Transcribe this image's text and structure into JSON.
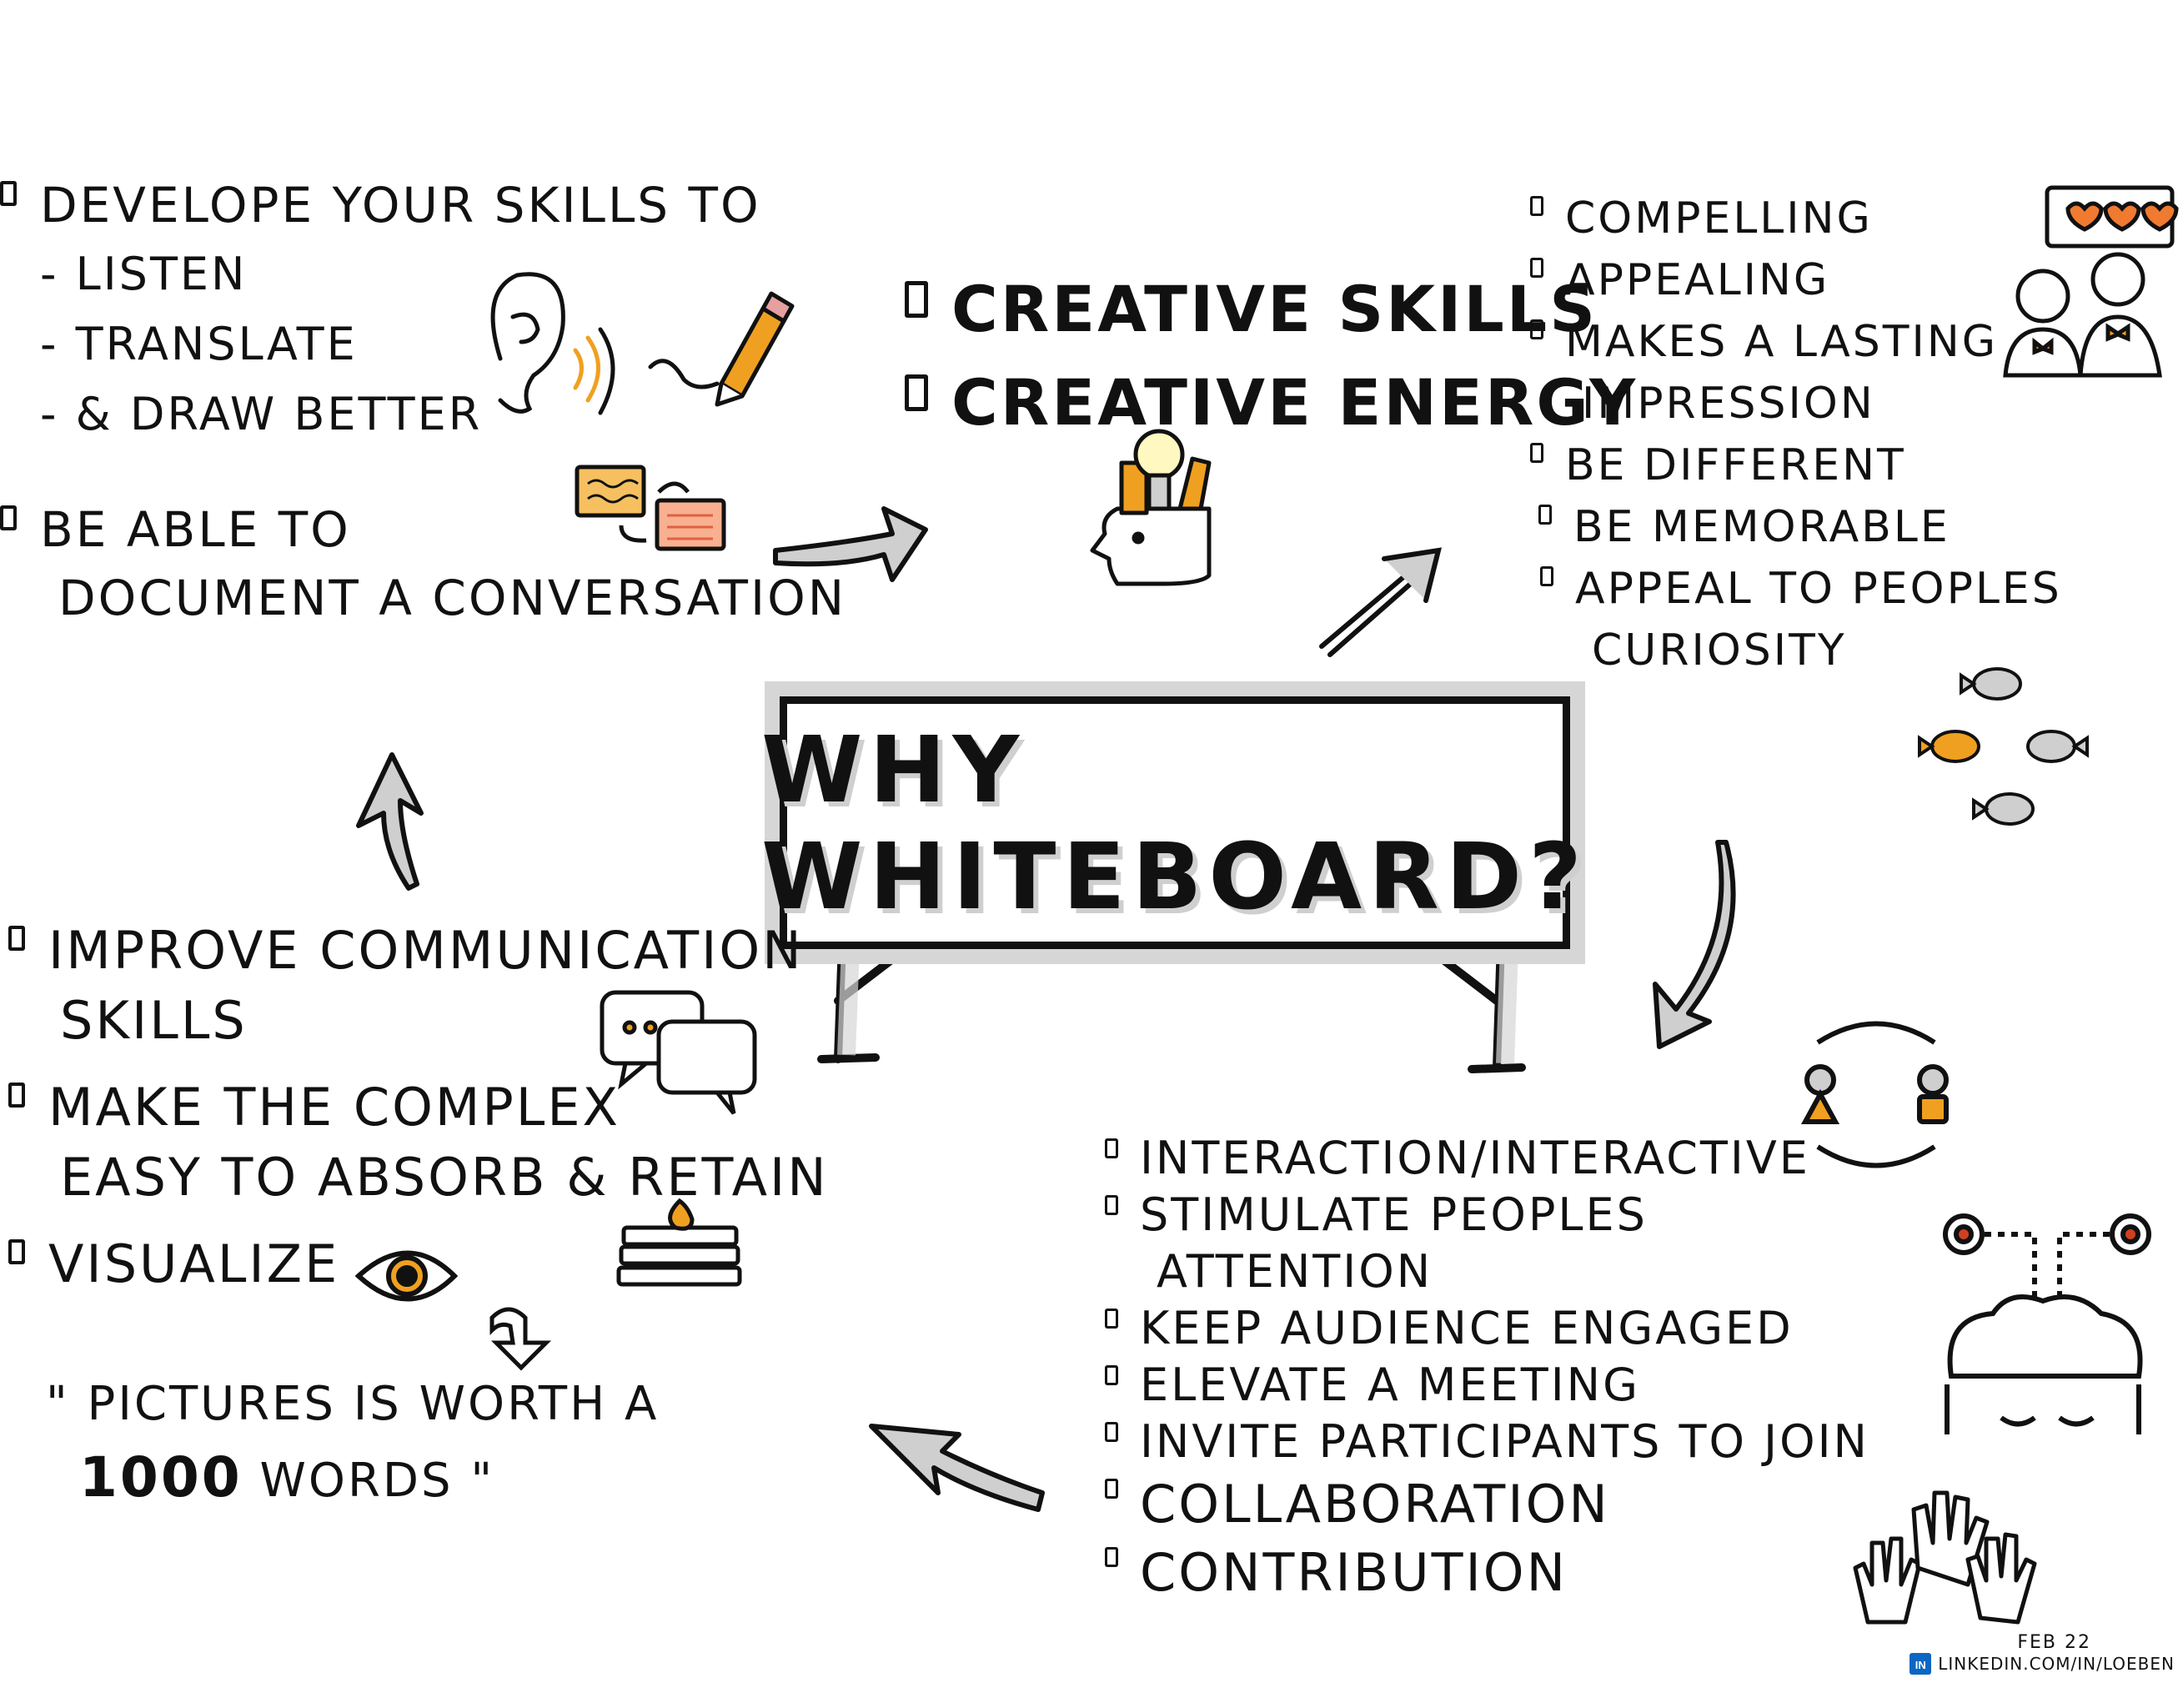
{
  "title": "WHY WHITEBOARD?",
  "colors": {
    "ink": "#111111",
    "accent": "#f0a020",
    "shade": "#cfcfcf"
  },
  "top_left": {
    "items": [
      {
        "text": "DEVELOPE YOUR SKILLS TO",
        "box": true
      },
      {
        "text": "- LISTEN",
        "box": false
      },
      {
        "text": "- TRANSLATE",
        "box": false
      },
      {
        "text": "- & DRAW BETTER",
        "box": false
      },
      {
        "text": "BE ABLE TO",
        "box": true
      },
      {
        "text": "DOCUMENT A CONVERSATION",
        "box": false
      }
    ]
  },
  "top_center": {
    "items": [
      {
        "text": "CREATIVE SKILLS"
      },
      {
        "text": "CREATIVE ENERGY"
      }
    ]
  },
  "top_right": {
    "items": [
      {
        "text": "COMPELLING",
        "box": true
      },
      {
        "text": "APPEALING",
        "box": true
      },
      {
        "text": "MAKES A LASTING",
        "box": true
      },
      {
        "text": "IMPRESSION",
        "box": false
      },
      {
        "text": "BE DIFFERENT",
        "box": true
      },
      {
        "text": "BE MEMORABLE",
        "box": true
      },
      {
        "text": "APPEAL TO PEOPLES",
        "box": true
      },
      {
        "text": "CURIOSITY",
        "box": false
      }
    ]
  },
  "bottom_left": {
    "items": [
      {
        "text": "IMPROVE COMMUNICATION",
        "box": true
      },
      {
        "text": "SKILLS",
        "box": false
      },
      {
        "text": "MAKE THE COMPLEX",
        "box": true
      },
      {
        "text": "EASY TO ABSORB & RETAIN",
        "box": false
      },
      {
        "text": "VISUALIZE",
        "box": true
      }
    ],
    "quote_line1": "\" PICTURES IS WORTH A",
    "quote_number": "1000",
    "quote_line2": " WORDS \""
  },
  "bottom_right": {
    "items": [
      {
        "text": "INTERACTION/INTERACTIVE",
        "box": true
      },
      {
        "text": "STIMULATE PEOPLES",
        "box": true
      },
      {
        "text": "ATTENTION",
        "box": false
      },
      {
        "text": "KEEP AUDIENCE ENGAGED",
        "box": true
      },
      {
        "text": "ELEVATE A MEETING",
        "box": true
      },
      {
        "text": "INVITE PARTICIPANTS TO JOIN",
        "box": true
      },
      {
        "text": "COLLABORATION",
        "box": true,
        "big": true
      },
      {
        "text": "CONTRIBUTION",
        "box": true,
        "big": true
      }
    ]
  },
  "footer": {
    "date": "FEB 22",
    "linkedin_badge": "in",
    "url": "LINKEDIN.COM/IN/LOEBEN"
  },
  "icons": {
    "ear": "ear-icon",
    "pencil": "pencil-icon",
    "cards": "swap-cards-icon",
    "head": "creative-head-icon",
    "hearts": "hearts-board-icon",
    "people": "happy-people-icon",
    "fish": "fish-school-icon",
    "speech": "speech-bubbles-icon",
    "pages": "stacked-pages-icon",
    "eye": "eye-icon",
    "cycle": "exchange-people-icon",
    "brain": "brain-icon",
    "hands": "raised-hands-icon"
  }
}
